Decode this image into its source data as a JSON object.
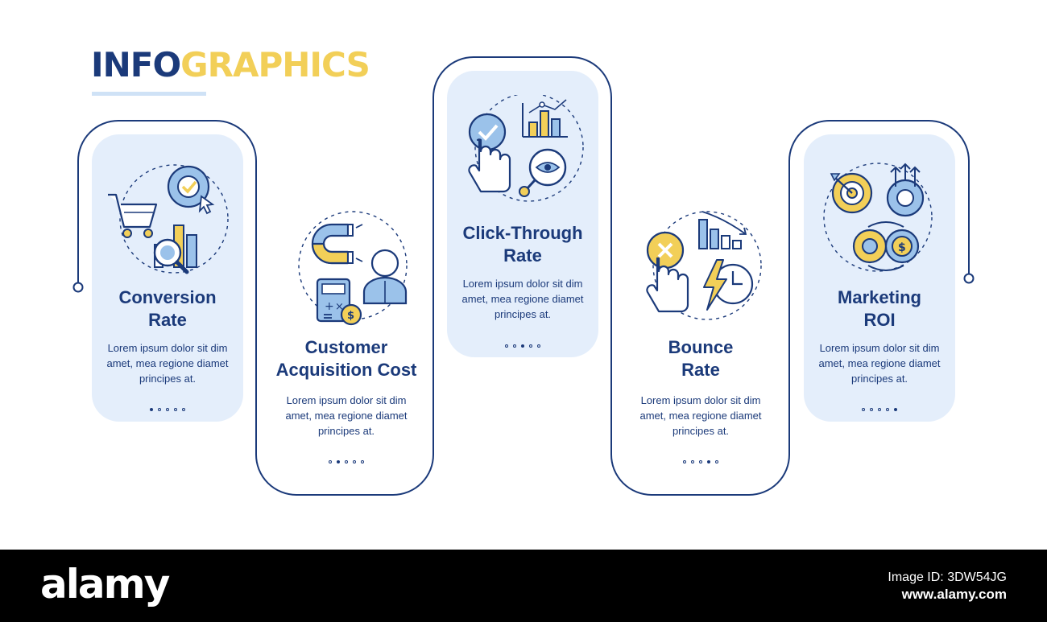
{
  "title": {
    "part1": "INFO",
    "part2": "GRAPHICS"
  },
  "colors": {
    "navy": "#1b3a7a",
    "yellow": "#f2cf58",
    "panel": "#e4eefb",
    "icon_blue": "#9bc2ea"
  },
  "steps": [
    {
      "title": [
        "Conversion",
        "Rate"
      ],
      "body": [
        "Lorem ipsum dolor sit dim",
        "amet, mea regione diamet",
        "principes at."
      ],
      "icon": "conversion-rate-icon",
      "active_dot": 1
    },
    {
      "title": [
        "Customer",
        "Acquisition Cost"
      ],
      "body": [
        "Lorem ipsum dolor sit dim",
        "amet, mea regione diamet",
        "principes at."
      ],
      "icon": "customer-acquisition-cost-icon",
      "active_dot": 2
    },
    {
      "title": [
        "Click-Through",
        "Rate"
      ],
      "body": [
        "Lorem ipsum dolor sit dim",
        "amet, mea regione diamet",
        "principes at."
      ],
      "icon": "click-through-rate-icon",
      "active_dot": 3
    },
    {
      "title": [
        "Bounce",
        "Rate"
      ],
      "body": [
        "Lorem ipsum dolor sit dim",
        "amet, mea regione diamet",
        "principes at."
      ],
      "icon": "bounce-rate-icon",
      "active_dot": 4
    },
    {
      "title": [
        "Marketing",
        "ROI"
      ],
      "body": [
        "Lorem ipsum dolor sit dim",
        "amet, mea regione diamet",
        "principes at."
      ],
      "icon": "marketing-roi-icon",
      "active_dot": 5
    }
  ],
  "footer": {
    "brand": "alamy",
    "image_id": "Image ID: 3DW54JG",
    "site": "www.alamy.com"
  }
}
